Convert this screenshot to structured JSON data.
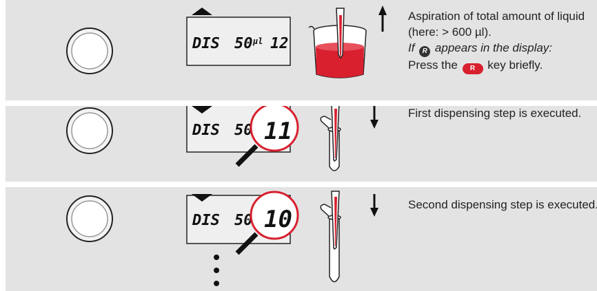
{
  "steps": [
    {
      "display": {
        "mode": "DIS",
        "volume": "50",
        "unit": "µl",
        "count": "12",
        "arrow": "up"
      },
      "direction": "up",
      "text": {
        "line1": "Aspiration of total amount of liquid (here: > 600 µl).",
        "italic_prefix": "If",
        "badge": "R",
        "italic_suffix": "appears in the display:",
        "press_prefix": "Press the",
        "key_label": "R",
        "press_suffix": "key briefly."
      }
    },
    {
      "display": {
        "mode": "DIS",
        "volume": "50",
        "count": "11",
        "arrow": "down"
      },
      "direction": "down",
      "text": {
        "line1": "First dispensing step is executed."
      }
    },
    {
      "display": {
        "mode": "DIS",
        "volume": "50",
        "count": "10",
        "arrow": "down"
      },
      "direction": "down",
      "text": {
        "line1": "Second dispensing step is executed."
      }
    }
  ],
  "colors": {
    "liquid": "#d8202f",
    "panel": "#e3e3e3"
  }
}
